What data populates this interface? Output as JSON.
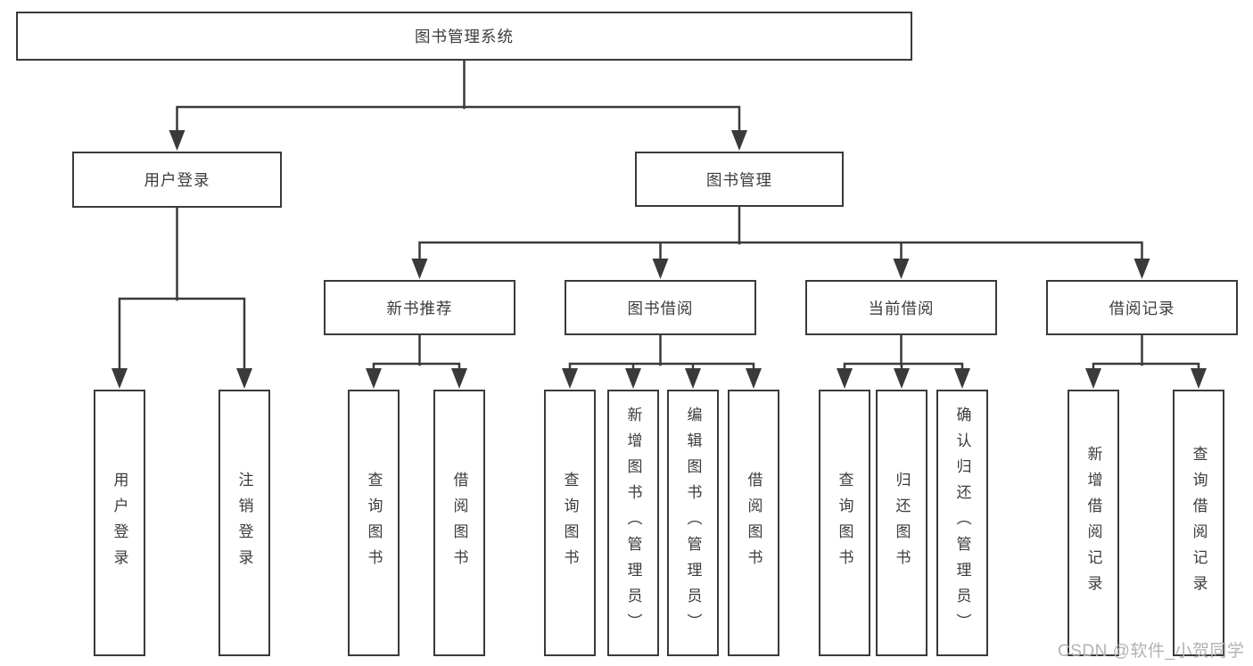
{
  "tree": {
    "label": "图书管理系统",
    "children": [
      {
        "label": "用户登录",
        "children": [
          {
            "label": "用户登录"
          },
          {
            "label": "注销登录"
          }
        ]
      },
      {
        "label": "图书管理",
        "children": [
          {
            "label": "新书推荐",
            "children": [
              {
                "label": "查询图书"
              },
              {
                "label": "借阅图书"
              }
            ]
          },
          {
            "label": "图书借阅",
            "children": [
              {
                "label": "查询图书"
              },
              {
                "label": "新增图书（管理员）"
              },
              {
                "label": "编辑图书（管理员）"
              },
              {
                "label": "借阅图书"
              }
            ]
          },
          {
            "label": "当前借阅",
            "children": [
              {
                "label": "查询图书"
              },
              {
                "label": "归还图书"
              },
              {
                "label": "确认归还（管理员）"
              }
            ]
          },
          {
            "label": "借阅记录",
            "children": [
              {
                "label": "新增借阅记录"
              },
              {
                "label": "查询借阅记录"
              }
            ]
          }
        ]
      }
    ]
  },
  "watermark": {
    "text": "CSDN @软件_小贺同学"
  },
  "colors": {
    "line": "#3a3a3a",
    "box_border": "#3a3a3a",
    "text": "#3c3c3c",
    "background": "#ffffff",
    "watermark": "#b2b2b2"
  }
}
